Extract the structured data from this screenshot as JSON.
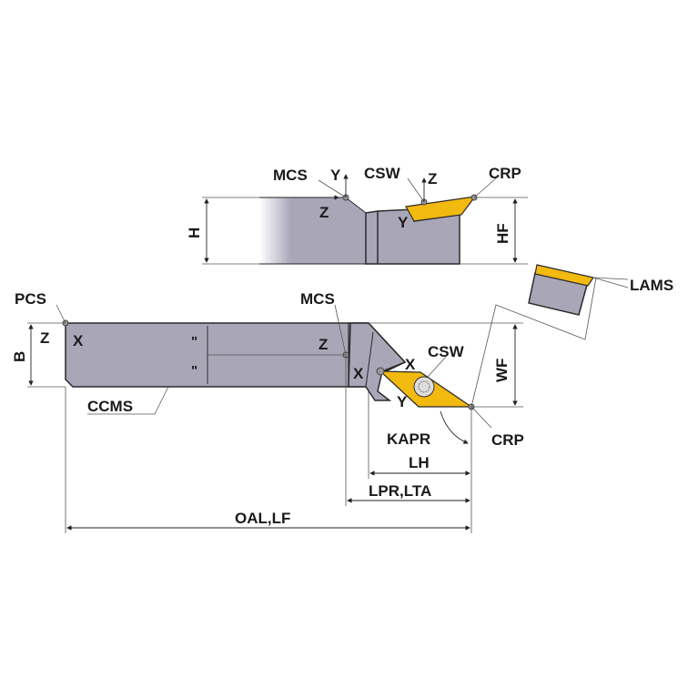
{
  "top_view": {
    "labels": {
      "mcs": "MCS",
      "y_axis": "Y",
      "csw": "CSW",
      "z_axis": "Z",
      "crp": "CRP",
      "z_local": "Z",
      "y_local": "Y",
      "h": "H",
      "hf": "HF"
    }
  },
  "side_view": {
    "labels": {
      "pcs": "PCS",
      "z_pcs": "Z",
      "x_pcs": "X",
      "b": "B",
      "ccms": "CCMS",
      "mcs": "MCS",
      "z_mcs": "Z",
      "x_mcs": "X",
      "x_csw": "X",
      "csw": "CSW",
      "y_csw": "Y",
      "wf": "WF",
      "kapr": "KAPR",
      "crp": "CRP",
      "lh": "LH",
      "lpr_lta": "LPR,LTA",
      "oal_lf": "OAL,LF",
      "lams": "LAMS",
      "half_mark_1": "\"",
      "half_mark_2": "\""
    }
  },
  "colors": {
    "body": "#a9a6b8",
    "insert": "#f2b90f",
    "outline": "#2a2a2a"
  }
}
